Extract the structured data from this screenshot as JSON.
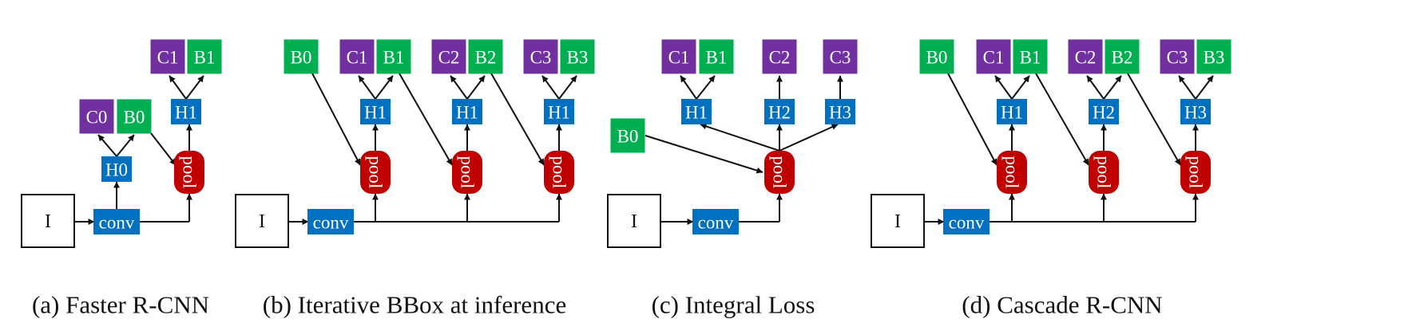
{
  "colors": {
    "purple": "#7030A0",
    "green": "#00B050",
    "blue": "#0070C0",
    "red": "#C00000",
    "line": "#111111"
  },
  "panels": {
    "a": {
      "caption": "(a) Faster R-CNN",
      "I": "I",
      "conv": "conv",
      "C0": "C0",
      "B0": "B0",
      "H0": "H0",
      "H1": "H1",
      "C1": "C1",
      "B1": "B1",
      "pool": "pool"
    },
    "b": {
      "caption": "(b) Iterative BBox at inference",
      "I": "I",
      "conv": "conv",
      "B0": "B0",
      "stages": [
        {
          "H": "H1",
          "C": "C1",
          "B": "B1",
          "pool": "pool"
        },
        {
          "H": "H1",
          "C": "C2",
          "B": "B2",
          "pool": "pool"
        },
        {
          "H": "H1",
          "C": "C3",
          "B": "B3",
          "pool": "pool"
        }
      ]
    },
    "c": {
      "caption": "(c) Integral Loss",
      "I": "I",
      "conv": "conv",
      "B0": "B0",
      "pool": "pool",
      "H1": "H1",
      "H2": "H2",
      "H3": "H3",
      "C1": "C1",
      "B1": "B1",
      "C2": "C2",
      "C3": "C3"
    },
    "d": {
      "caption": "(d) Cascade R-CNN",
      "I": "I",
      "conv": "conv",
      "B0": "B0",
      "stages": [
        {
          "H": "H1",
          "C": "C1",
          "B": "B1",
          "pool": "pool"
        },
        {
          "H": "H2",
          "C": "C2",
          "B": "B2",
          "pool": "pool"
        },
        {
          "H": "H3",
          "C": "C3",
          "B": "B3",
          "pool": "pool"
        }
      ]
    }
  }
}
